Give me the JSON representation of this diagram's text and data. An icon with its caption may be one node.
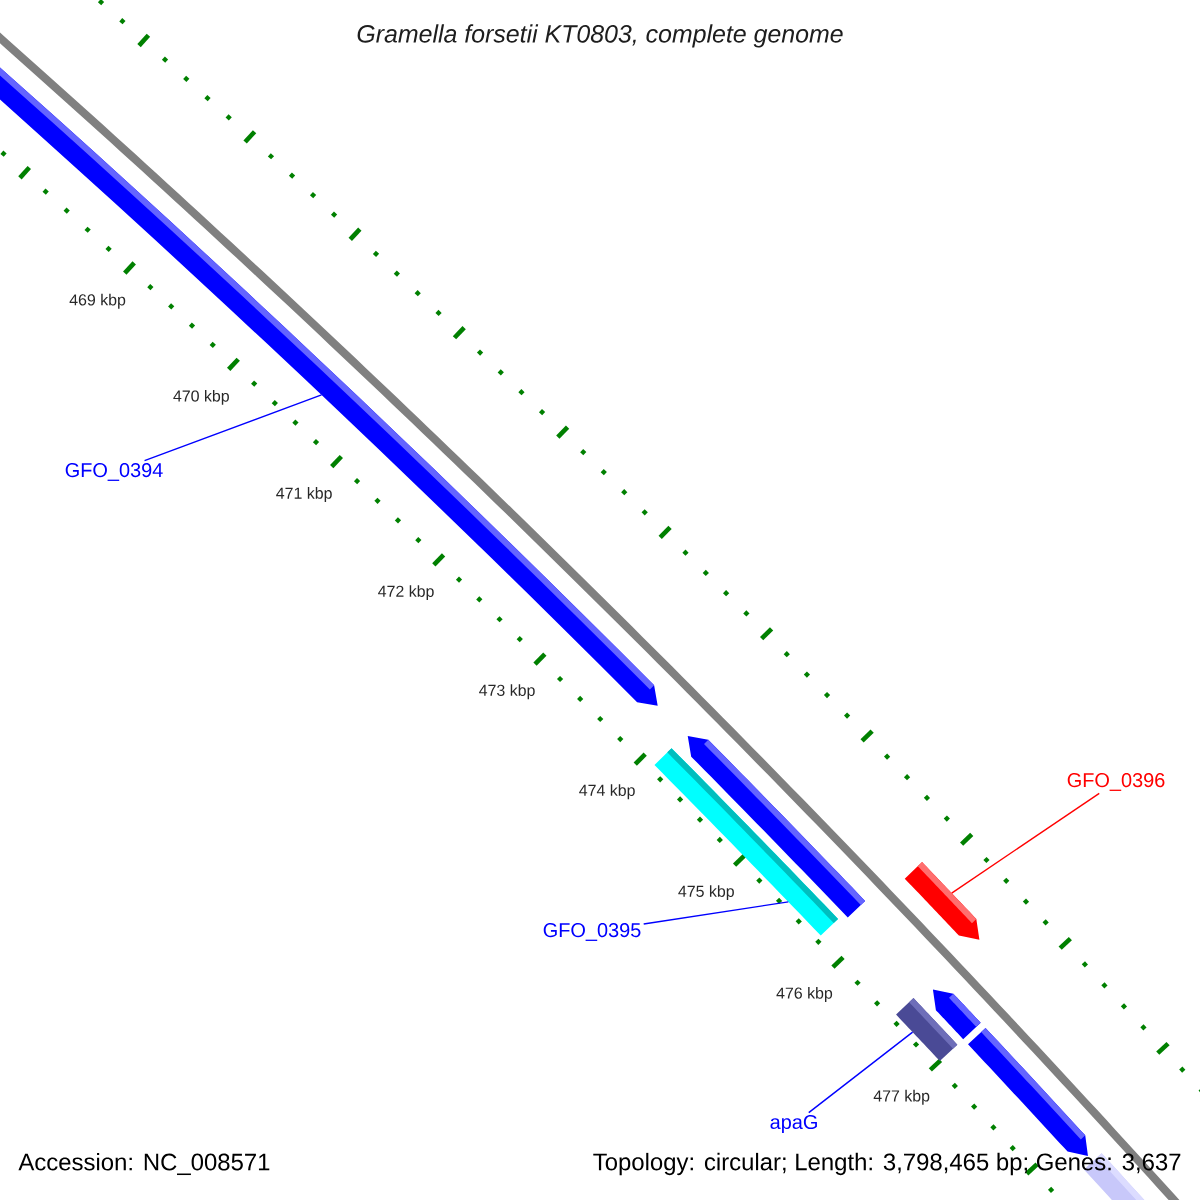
{
  "diagram": {
    "title": "Gramella forsetii KT0803, complete genome",
    "nodes": [
      {
        "text": [
          "GFO_0394"
        ]
      },
      {
        "text": [
          "GFO_0395"
        ]
      },
      {
        "text": [
          "GFO_0396"
        ]
      },
      {
        "text": [
          "apaG"
        ]
      },
      {
        "text": [],
        "shape": "arrow"
      },
      {
        "text": [],
        "shape": "bar"
      },
      {
        "text": [],
        "shape": "arrow"
      },
      {
        "text": [],
        "shape": "arrow"
      },
      {
        "text": [],
        "shape": "bar"
      },
      {
        "text": [],
        "shape": "arrow"
      },
      {
        "text": [],
        "shape": "arrow"
      },
      {
        "text": [],
        "shape": "arrow"
      }
    ],
    "edges": [
      {
        "from": 0,
        "to": 4,
        "arrow": "none"
      },
      {
        "from": 1,
        "to": 5,
        "arrow": "none"
      },
      {
        "from": 2,
        "to": 7,
        "arrow": "none",
        "color": "#ff0000"
      },
      {
        "from": 3,
        "to": 8,
        "arrow": "none"
      }
    ],
    "labels": [
      "469 kbp",
      "470 kbp",
      "471 kbp",
      "472 kbp",
      "473 kbp",
      "474 kbp",
      "475 kbp",
      "476 kbp",
      "477 kbp",
      "Accession: NC_008571",
      "Topology: circular; Length: 3,798,465 bp; Genes: 3,637"
    ]
  }
}
